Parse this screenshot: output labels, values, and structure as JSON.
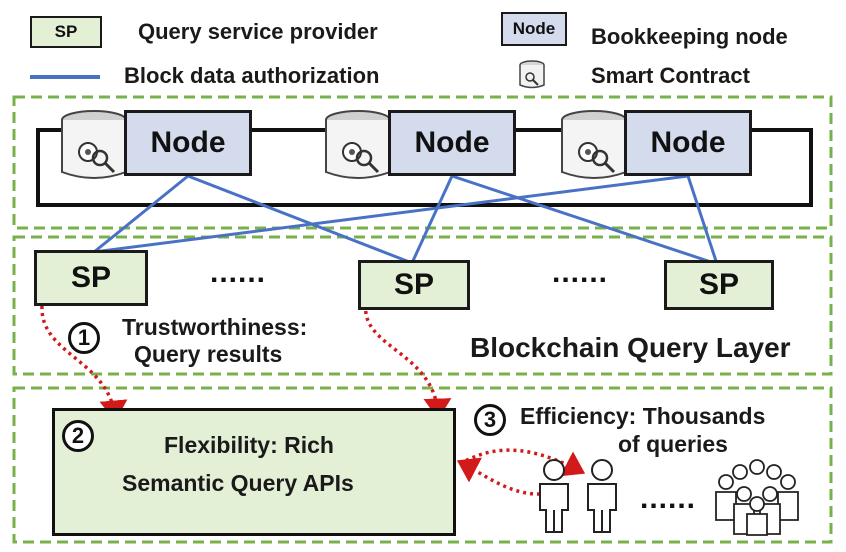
{
  "legend": {
    "sp_key": "SP",
    "sp_label": "Query service provider",
    "auth_label": "Block data authorization",
    "node_key": "Node",
    "node_label": "Bookkeeping node",
    "contract_label": "Smart Contract"
  },
  "nodes": [
    "Node",
    "Node",
    "Node"
  ],
  "sps": [
    "SP",
    "SP",
    "SP"
  ],
  "ellipsis": "......",
  "trust": {
    "num": "1",
    "line1": "Trustworthiness:",
    "line2": "Query results"
  },
  "layer_label": "Blockchain Query Layer",
  "flex": {
    "num": "2",
    "line1": "Flexibility: Rich",
    "line2": "Semantic Query APIs"
  },
  "eff": {
    "num": "3",
    "line1": "Efficiency: Thousands",
    "line2": "of queries"
  },
  "colors": {
    "sp_fill": "#e3f0d6",
    "node_fill": "#d3dbec",
    "auth_line": "#4a72c4",
    "dash_border": "#78b04a",
    "arrow": "#d21a1a"
  }
}
